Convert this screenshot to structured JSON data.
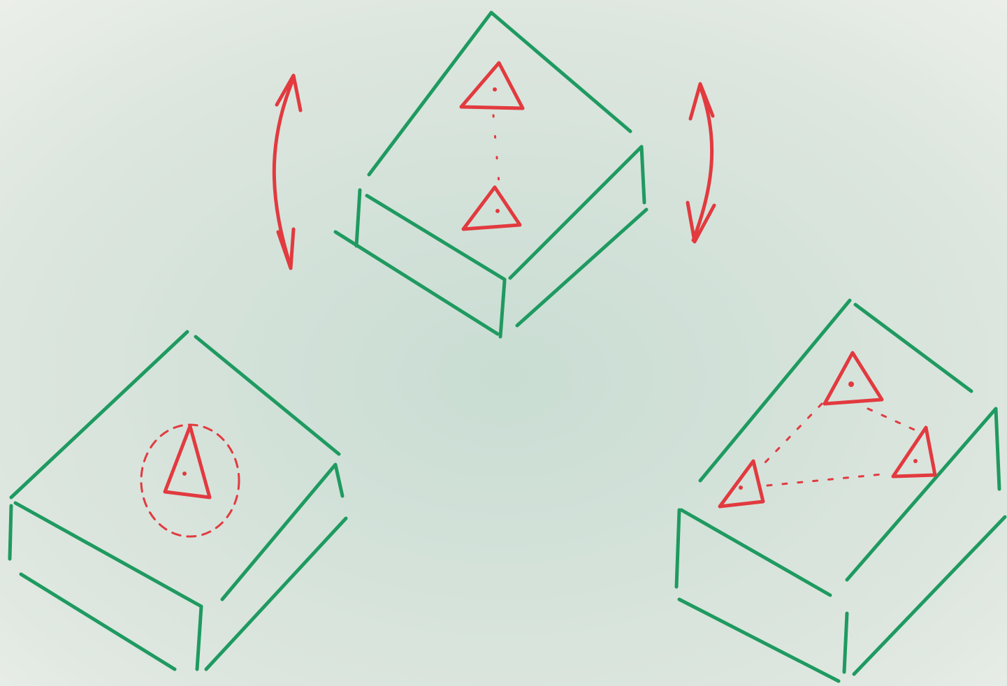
{
  "scene": {
    "kind": "whiteboard-sketch",
    "colors": {
      "board_center": "#c9ddd3",
      "board_edge": "#e9ede8",
      "marker_green": "#1f9a60",
      "marker_red": "#e23a3f"
    },
    "boxes": [
      {
        "name": "top-box",
        "markers": 2,
        "marker_layout": "vertical-pair"
      },
      {
        "name": "left-box",
        "markers": 1,
        "marker_layout": "single-circled"
      },
      {
        "name": "right-box",
        "markers": 3,
        "marker_layout": "triangle-trio"
      }
    ],
    "arrows": [
      {
        "name": "left-double-arrow",
        "direction": "vertical-bidirectional"
      },
      {
        "name": "right-double-arrow",
        "direction": "vertical-bidirectional"
      }
    ]
  }
}
